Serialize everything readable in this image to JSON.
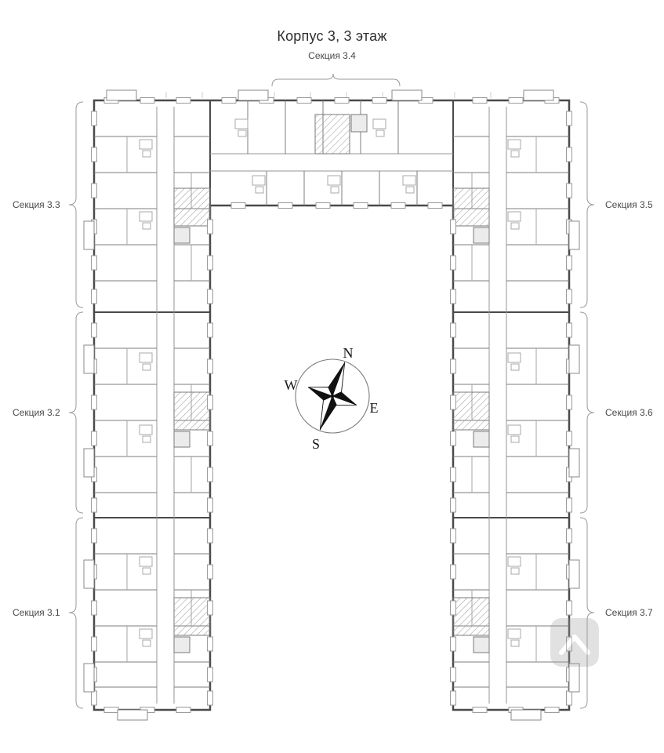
{
  "page": {
    "title": "Корпус 3, 3 этаж"
  },
  "sections": {
    "top": {
      "label": "Секция 3.4"
    },
    "left": [
      {
        "label": "Секция 3.3"
      },
      {
        "label": "Секция 3.2"
      },
      {
        "label": "Секция 3.1"
      }
    ],
    "right": [
      {
        "label": "Секция 3.5"
      },
      {
        "label": "Секция 3.6"
      },
      {
        "label": "Секция 3.7"
      }
    ]
  },
  "compass": {
    "north": "N",
    "east": "E",
    "south": "S",
    "west": "W"
  },
  "colors": {
    "wall": "#4a4a4a",
    "partition": "#909090",
    "label_text": "#4a4a4a",
    "compass_dark": "#111111"
  }
}
